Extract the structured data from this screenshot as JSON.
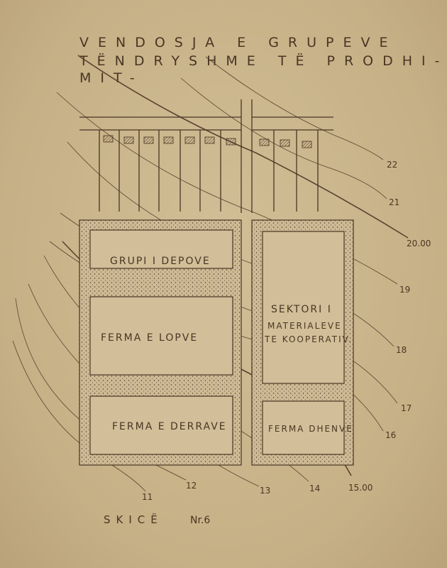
{
  "title": {
    "line1": "VENDOSJA E GRUPEVE",
    "line2": "TËNDRYSHME TË PRODHI-",
    "line3": "MIT-"
  },
  "zones": {
    "depot": "GRUPI I DEPOVE",
    "sector_1": "SEKTORI I",
    "sector_2": "MATERIALEVE",
    "sector_3": "TE KOOPERATIV.",
    "cows": "FERMA E LOPVE",
    "pigs": "FERMA E DERRAVE",
    "sheep": "FERMA DHENVE"
  },
  "contours": [
    "22",
    "21",
    "20.00",
    "19",
    "18",
    "17",
    "16",
    "15.00",
    "14",
    "13",
    "12",
    "11"
  ],
  "caption": {
    "skice": "SKICË",
    "number": "Nr.6"
  }
}
